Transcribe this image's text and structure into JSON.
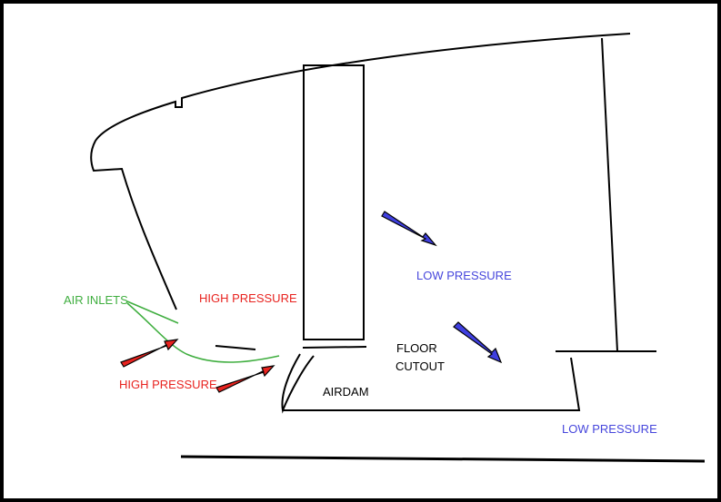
{
  "labels": {
    "air_inlets": "AIR INLETS",
    "high_pressure_top": "HIGH PRESSURE",
    "high_pressure_bottom": "HIGH PRESSURE",
    "low_pressure_mid": "LOW PRESSURE",
    "low_pressure_bottom": "LOW PRESSURE",
    "floor": "FLOOR",
    "cutout": "CUTOUT",
    "airdam": "AIRDAM"
  },
  "colors": {
    "outline": "#000000",
    "high_pressure": "#e8231f",
    "low_pressure": "#4646dc",
    "air_inlets": "#3fae3f",
    "arrow_high": "#e8231f",
    "arrow_low": "#3f3fe0"
  }
}
